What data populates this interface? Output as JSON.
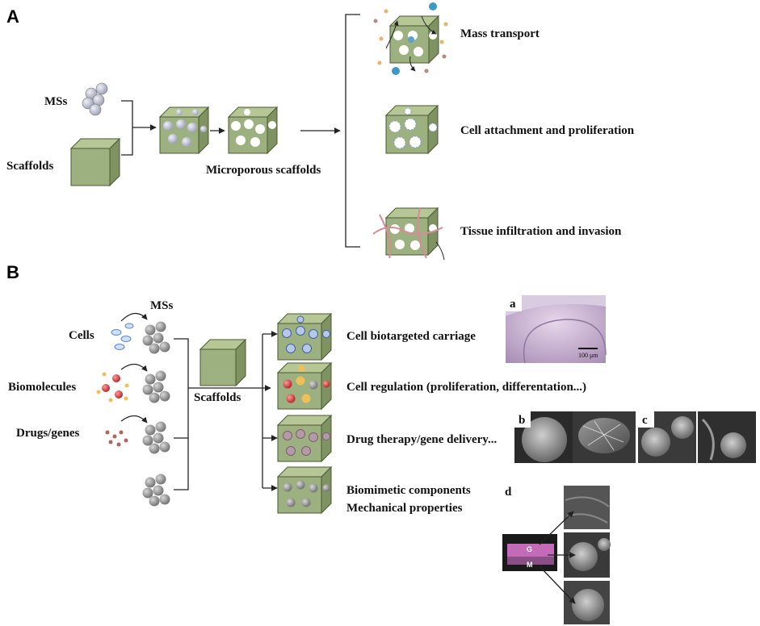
{
  "panel_a": {
    "letter": "A",
    "ms_label": "MSs",
    "scaffolds_label": "Scaffolds",
    "microporous_label": "Microporous scaffolds",
    "outcomes": [
      "Mass transport",
      "Cell attachment and proliferation",
      "Tissue infiltration and invasion"
    ]
  },
  "panel_b": {
    "letter": "B",
    "ms_label": "MSs",
    "inputs": [
      "Cells",
      "Biomolecules",
      "Drugs/genes"
    ],
    "scaffolds_label": "Scaffolds",
    "outcomes": [
      "Cell biotargeted carriage",
      "Cell regulation (proliferation, differentation...)",
      "Drug therapy/gene delivery...",
      "Biomimetic components",
      "Mechanical properties"
    ],
    "micrograph_letters": [
      "a",
      "b",
      "c",
      "d"
    ],
    "scale_bar_a": "100 μm",
    "d_markers": [
      "G",
      "M"
    ]
  },
  "colors": {
    "scaffold": "#9db07f",
    "microsphere": "#b8b8c8",
    "drug_red": "#d23a3a",
    "drug_yellow": "#efbf5a",
    "cell_blue": "#5a86c8",
    "gel_pink": "#c46bb8"
  }
}
